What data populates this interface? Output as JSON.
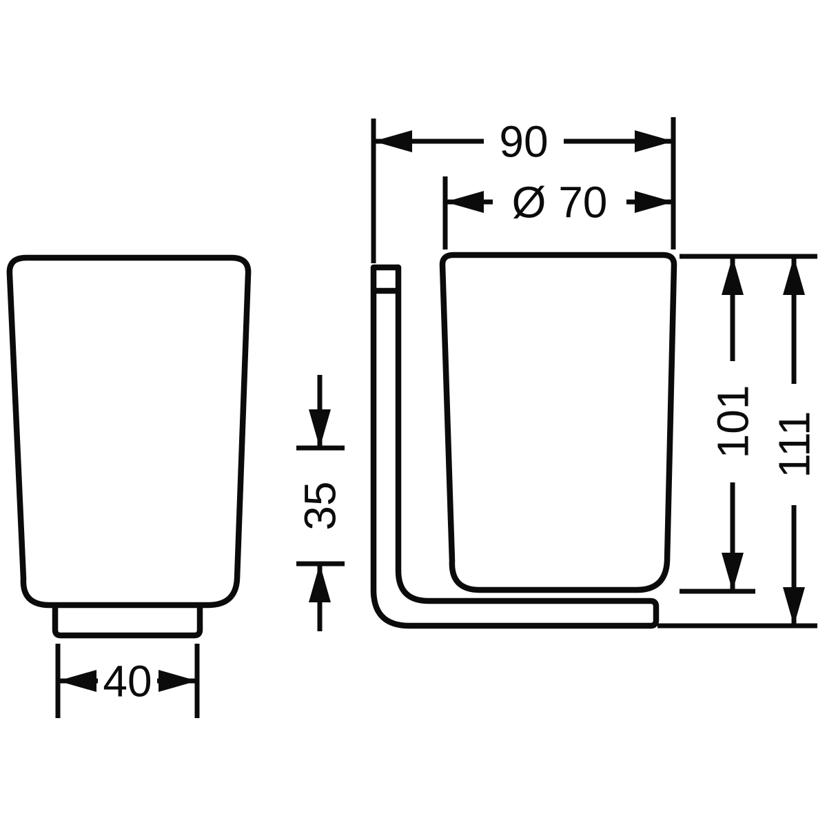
{
  "drawing": {
    "background_color": "#ffffff",
    "line_color": "#0b0b0b",
    "dimensions": {
      "top_width": "90",
      "diameter": "Ø 70",
      "cup_height": "101",
      "total_height": "111",
      "bracket_offset": "35",
      "base_width": "40"
    }
  }
}
